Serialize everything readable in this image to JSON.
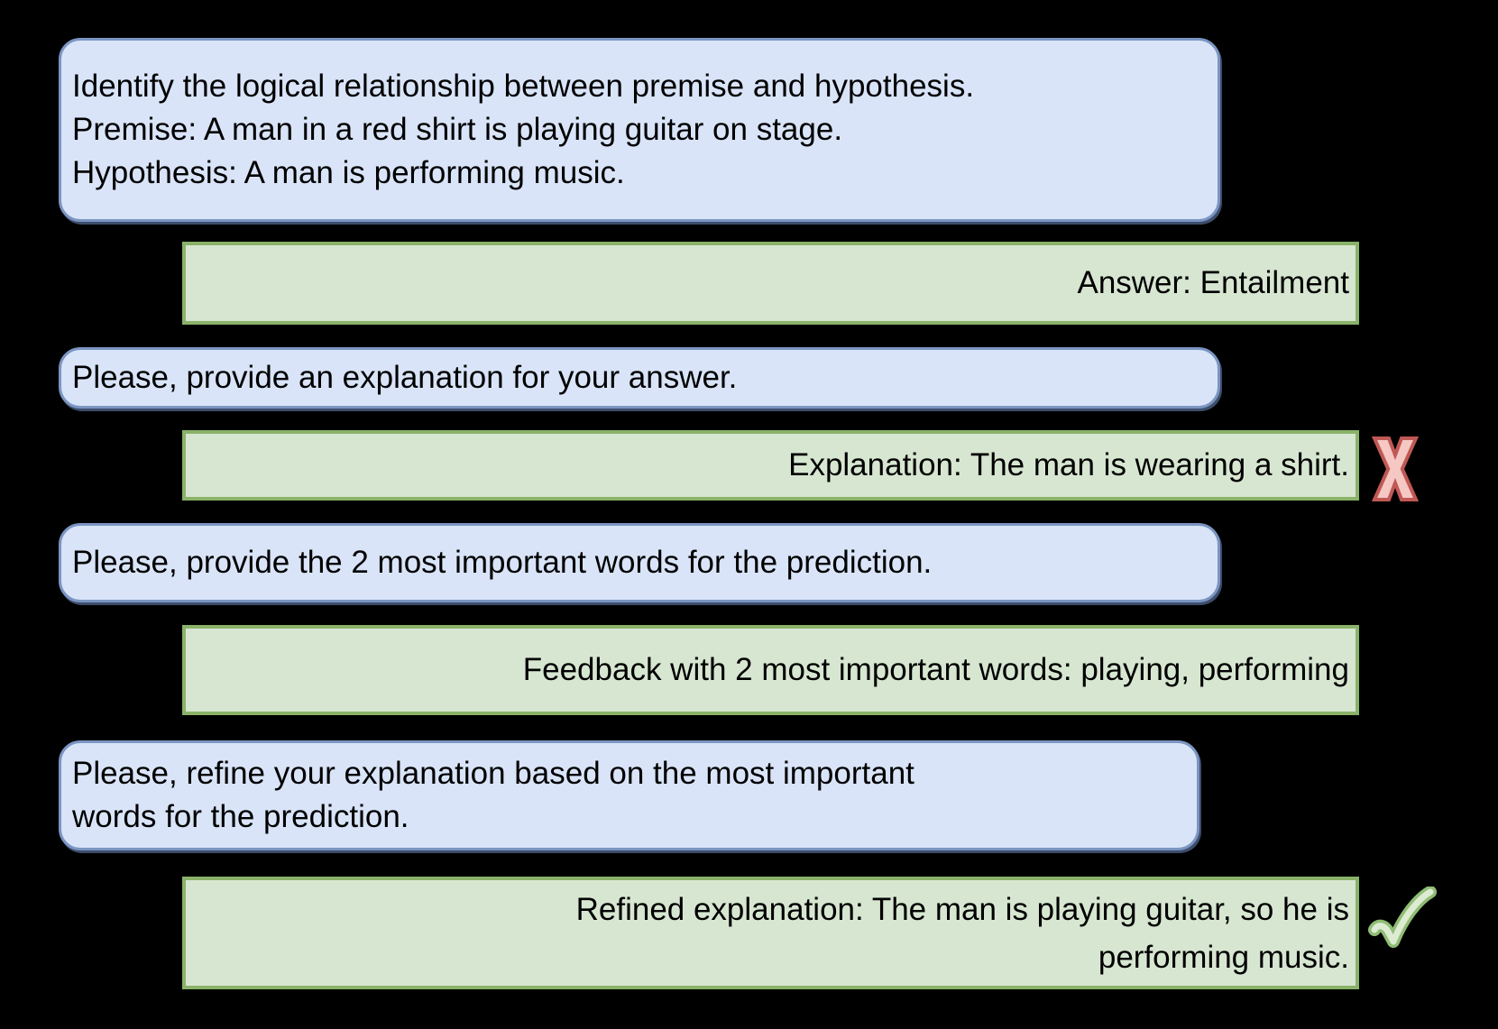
{
  "canvas": {
    "background": "#000000"
  },
  "palette": {
    "user_bubble_fill": "#d9e4f8",
    "user_bubble_border": "#7b95c2",
    "model_box_fill": "#d7e6d1",
    "model_box_border": "#8ab369",
    "text_color": "#000000",
    "incorrect_fill": "#f5c8c4",
    "incorrect_stroke": "#c05955",
    "correct_fill": "#dcebd2",
    "correct_stroke": "#8fbd74"
  },
  "conversation": {
    "messages": [
      {
        "role": "user",
        "name": "task-prompt",
        "lines": [
          "Identify the logical relationship between premise and hypothesis.",
          "Premise: A man in a red shirt is playing guitar on stage.",
          "Hypothesis: A man is performing music."
        ]
      },
      {
        "role": "model",
        "name": "answer",
        "lines": [
          "Answer: Entailment"
        ]
      },
      {
        "role": "user",
        "name": "explanation-request",
        "lines": [
          "Please, provide an explanation for your answer."
        ]
      },
      {
        "role": "model",
        "name": "explanation",
        "verdict": "incorrect",
        "lines": [
          "Explanation: The man is wearing a shirt."
        ]
      },
      {
        "role": "user",
        "name": "important-words-request",
        "lines": [
          "Please, provide the 2 most important words for the prediction."
        ]
      },
      {
        "role": "model",
        "name": "feedback",
        "lines": [
          "Feedback with 2 most important words: playing, performing"
        ]
      },
      {
        "role": "user",
        "name": "refine-request",
        "lines": [
          "Please, refine your explanation based on the most important",
          "words for the prediction."
        ]
      },
      {
        "role": "model",
        "name": "refined-explanation",
        "verdict": "correct",
        "lines": [
          "Refined explanation: The man is playing guitar, so he is",
          "performing music."
        ]
      }
    ],
    "icons": {
      "incorrect": "x-mark",
      "correct": "check-mark"
    }
  }
}
